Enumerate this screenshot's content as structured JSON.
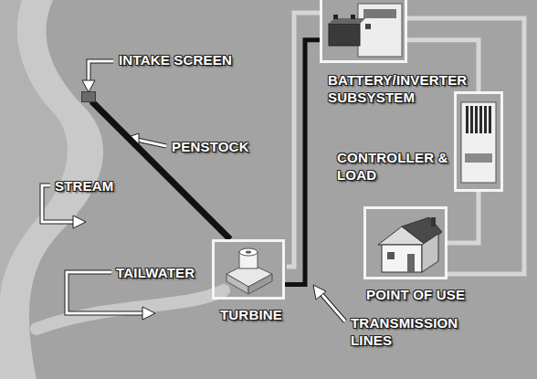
{
  "diagram": {
    "nodes": [
      {
        "text": [
          "INTAKE SCREEN"
        ]
      },
      {
        "text": [
          "TURBINE"
        ]
      },
      {
        "text": [
          "BATTERY/INVERTER SUBSYSTEM"
        ]
      },
      {
        "text": [
          "CONTROLLER & LOAD"
        ]
      },
      {
        "text": [
          "POINT OF USE"
        ]
      }
    ],
    "edges": [
      {
        "from": 0,
        "to": 1,
        "arrow": "none"
      },
      {
        "from": 1,
        "to": 2,
        "arrow": "none"
      },
      {
        "from": 2,
        "to": 3,
        "arrow": "none"
      },
      {
        "from": 3,
        "to": 4,
        "arrow": "none"
      }
    ],
    "labels": [
      "PENSTOCK",
      "STREAM",
      "TAILWATER",
      "TRANSMISSION LINES"
    ]
  }
}
